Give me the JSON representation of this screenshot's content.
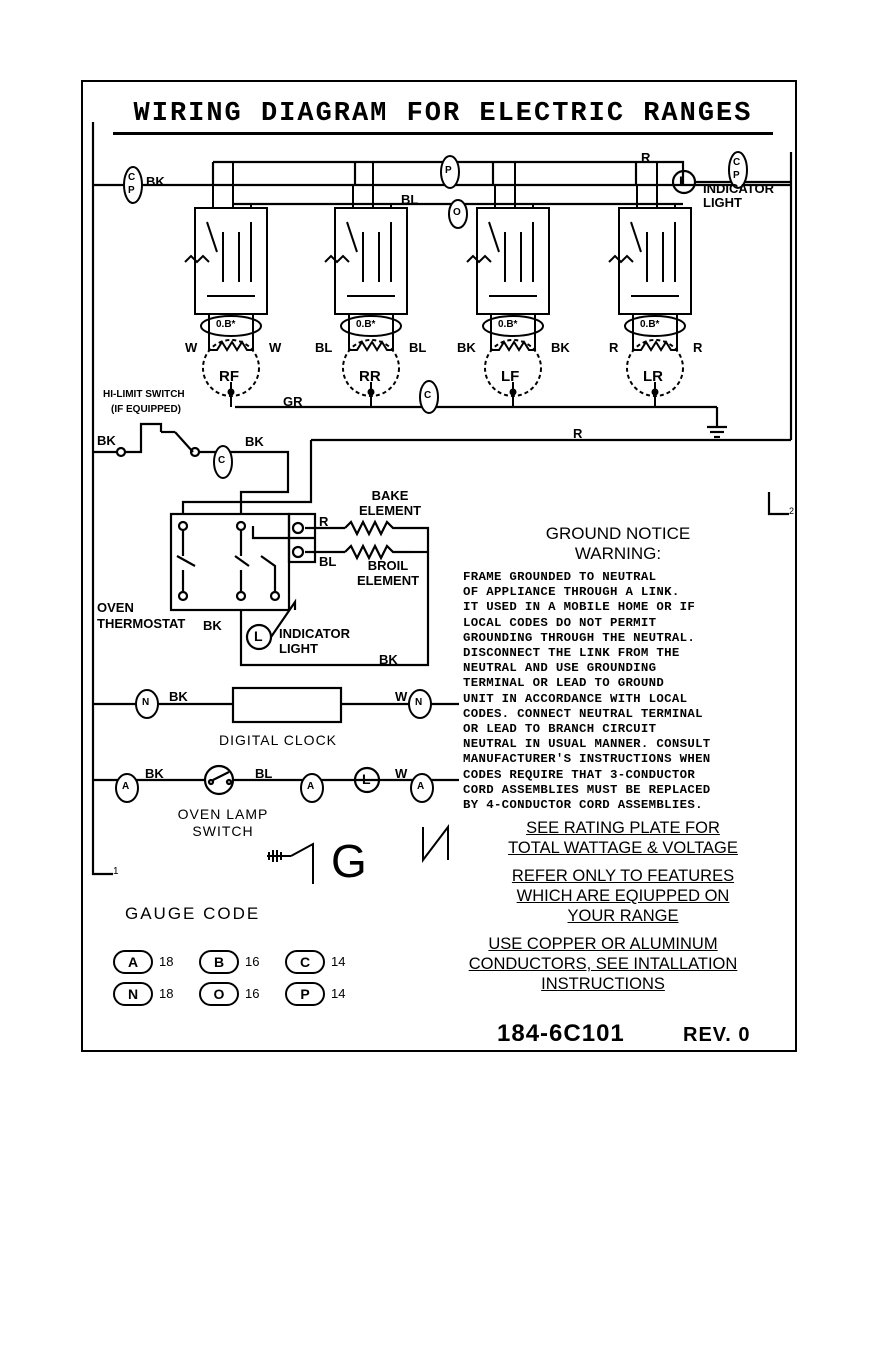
{
  "title": "WIRING DIAGRAM FOR ELECTRIC RANGES",
  "wire_labels": {
    "bk": "BK",
    "bl": "BL",
    "r": "R",
    "gr": "GR",
    "w": "W"
  },
  "gauge_marks": {
    "a": "A",
    "b": "B",
    "c": "C",
    "n": "N",
    "o": "O",
    "p": "P",
    "l": "L",
    "cp": "C P"
  },
  "components": {
    "indicator_light": "INDICATOR LIGHT",
    "hi_limit_switch": "HI-LIMIT SWITCH",
    "hi_limit_note": "(IF EQUIPPED)",
    "bake_element": "BAKE ELEMENT",
    "broil_element": "BROIL ELEMENT",
    "oven_thermostat": "OVEN THERMOSTAT",
    "oven_indicator": "INDICATOR LIGHT",
    "digital_clock": "DIGITAL CLOCK",
    "oven_lamp_switch": "OVEN LAMP SWITCH",
    "ground_symbol": "G",
    "neutral_symbol": "N",
    "line_1": "1",
    "line_2": "2"
  },
  "burners": [
    {
      "label": "RF",
      "wire_left": "W",
      "wire_right": "W",
      "rating": "0.B*"
    },
    {
      "label": "RR",
      "wire_left": "BL",
      "wire_right": "BL",
      "rating": "0.B*"
    },
    {
      "label": "LF",
      "wire_left": "BK",
      "wire_right": "BK",
      "rating": "0.B*"
    },
    {
      "label": "LR",
      "wire_left": "R",
      "wire_right": "R",
      "rating": "0.B*"
    }
  ],
  "ground_notice": {
    "heading_1": "GROUND NOTICE",
    "heading_2": "WARNING:",
    "body": "FRAME GROUNDED TO NEUTRAL\nOF APPLIANCE THROUGH A LINK.\nIT USED IN A MOBILE HOME OR IF\nLOCAL CODES DO NOT PERMIT\nGROUNDING THROUGH THE NEUTRAL.\nDISCONNECT THE LINK FROM THE\nNEUTRAL AND USE GROUNDING\nTERMINAL OR LEAD TO GROUND\nUNIT IN ACCORDANCE WITH LOCAL\nCODES. CONNECT NEUTRAL TERMINAL\nOR LEAD TO BRANCH CIRCUIT\nNEUTRAL IN USUAL MANNER. CONSULT\nMANUFACTURER'S INSTRUCTIONS WHEN\nCODES REQUIRE THAT 3-CONDUCTOR\nCORD ASSEMBLIES MUST BE REPLACED\nBY 4-CONDUCTOR CORD ASSEMBLIES."
  },
  "notes": {
    "rating_plate": "SEE RATING PLATE FOR\nTOTAL WATTAGE & VOLTAGE",
    "features": "REFER ONLY TO FEATURES\nWHICH ARE EQIUPPED ON\nYOUR RANGE",
    "conductors": "USE COPPER OR ALUMINUM\nCONDUCTORS, SEE INTALLATION\nINSTRUCTIONS"
  },
  "gauge_code": {
    "title": "GAUGE CODE",
    "entries": [
      {
        "code": "A",
        "gauge": "18"
      },
      {
        "code": "B",
        "gauge": "16"
      },
      {
        "code": "C",
        "gauge": "14"
      },
      {
        "code": "N",
        "gauge": "18"
      },
      {
        "code": "O",
        "gauge": "16"
      },
      {
        "code": "P",
        "gauge": "14"
      }
    ]
  },
  "doc_number": "184-6C101",
  "revision": "REV. 0"
}
